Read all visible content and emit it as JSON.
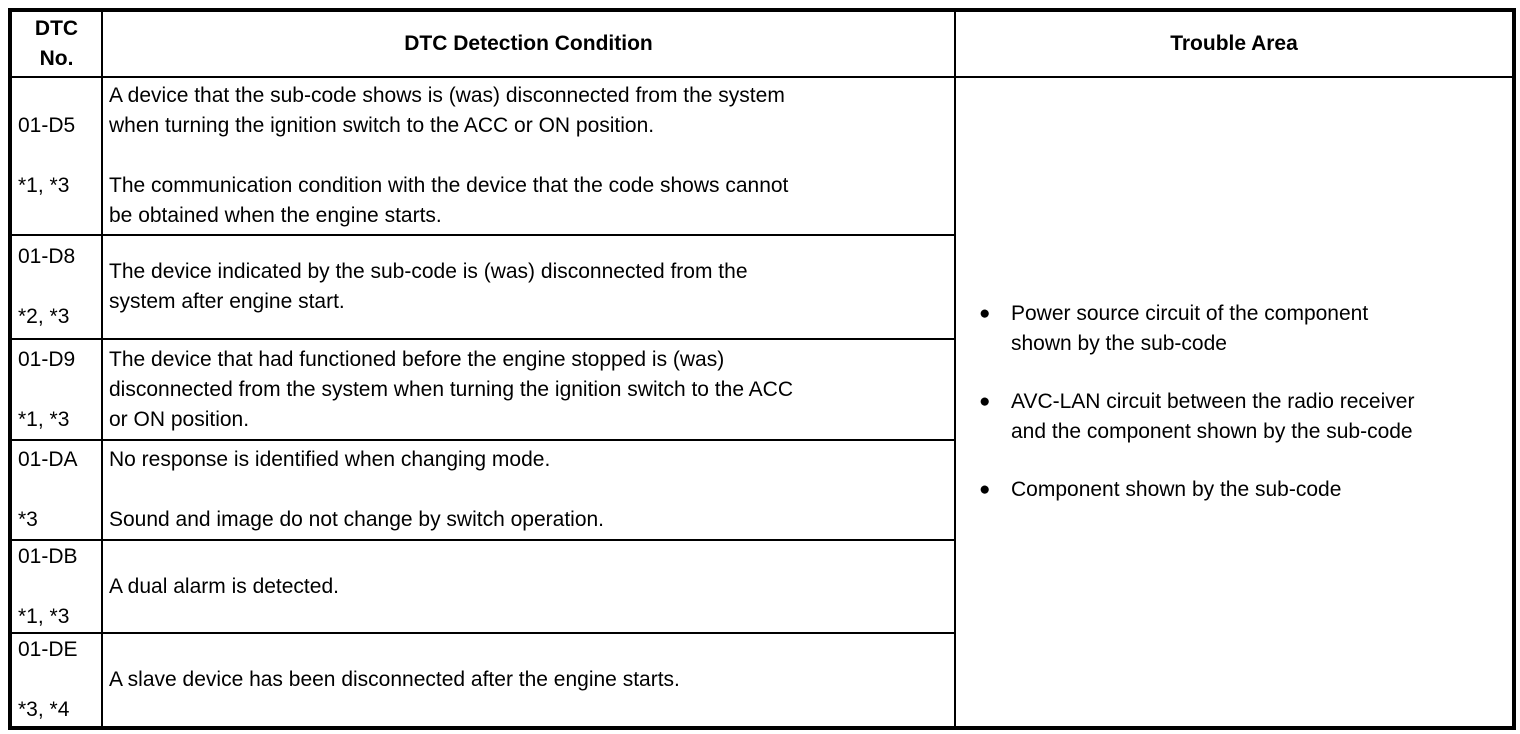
{
  "table": {
    "headers": {
      "col1_line1": "DTC",
      "col1_line2": "No.",
      "col2": "DTC Detection Condition",
      "col3": "Trouble Area"
    },
    "rows": [
      {
        "code": "01-D5",
        "note": "*1, *3",
        "paragraphs": [
          "A device that the sub-code shows is (was) disconnected from the system when turning the ignition switch to the ACC or ON position.",
          "The communication condition with the device that the code shows cannot be obtained when the engine starts."
        ]
      },
      {
        "code": "01-D8",
        "note": "*2, *3",
        "paragraphs": [
          "The device indicated by the sub-code is (was) disconnected from the system after engine start."
        ]
      },
      {
        "code": "01-D9",
        "note": "*1, *3",
        "paragraphs": [
          "The device that had functioned before the engine stopped is (was) disconnected from the system when turning the ignition switch to the ACC or ON position."
        ]
      },
      {
        "code": "01-DA",
        "note": "*3",
        "paragraphs": [
          "No response is identified when changing mode.",
          "Sound and image do not change by switch operation."
        ]
      },
      {
        "code": "01-DB",
        "note": "*1, *3",
        "paragraphs": [
          "A dual alarm is detected."
        ]
      },
      {
        "code": "01-DE",
        "note": "*3, *4",
        "paragraphs": [
          "A slave device has been disconnected after the engine starts."
        ]
      }
    ],
    "trouble_area": {
      "bullet_icon": "●",
      "items": [
        "Power source circuit of the component shown by the sub-code",
        "AVC-LAN circuit between the radio receiver and the component shown by the sub-code",
        "Component shown by the sub-code"
      ]
    },
    "colors": {
      "border": "#000000",
      "text": "#000000",
      "background": "#ffffff"
    }
  }
}
